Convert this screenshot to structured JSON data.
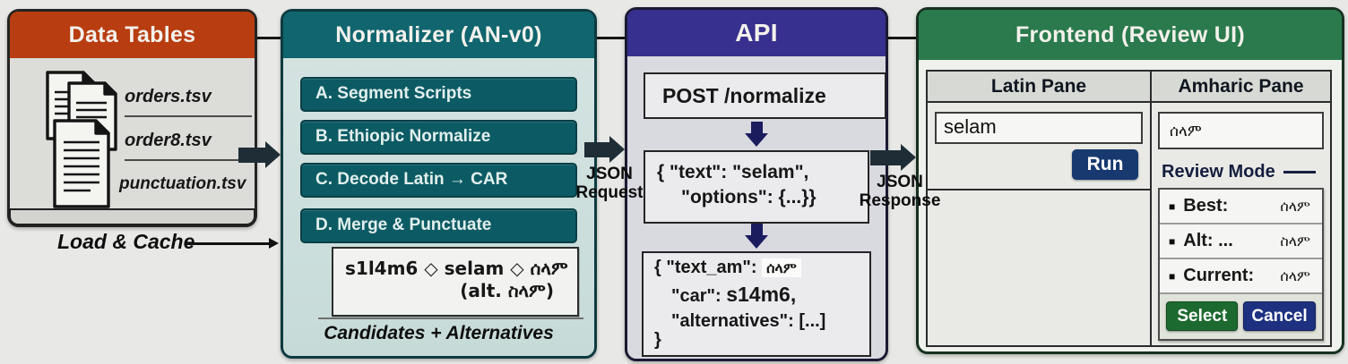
{
  "colors": {
    "data_tables_header": "#b83d10",
    "normalizer_header": "#10656e",
    "api_header": "#37308e",
    "frontend_header": "#2a7a4d",
    "step_pill": "#0c5b64",
    "run_button": "#17396f",
    "select_button": "#1d6a30",
    "cancel_button": "#1d3180",
    "flow_arrow": "#1f2e36"
  },
  "panels": {
    "data_tables": {
      "title": "Data Tables",
      "files": [
        "orders.tsv",
        "order8.tsv",
        "punctuation.tsv"
      ],
      "load_label": "Load & Cache"
    },
    "normalizer": {
      "title": "Normalizer (AN-v0)",
      "steps": [
        "A.  Segment Scripts",
        "B.  Ethiopic Normalize",
        "C.  Decode Latin → CAR",
        "D.  Merge & Punctuate"
      ],
      "candidates_line1": "s1l4m6 ◇ selam ◇ ሰላም",
      "candidates_line2": "(alt. ስላም)",
      "caption": "Candidates + Alternatives"
    },
    "api": {
      "title": "API",
      "endpoint": "POST /normalize",
      "request": {
        "line1": "{ \"text\": \"selam\",",
        "line2": "\"options\": {...}}"
      },
      "response": {
        "line1_prefix": "{ \"text_am\":",
        "line1_value": "ሰላም",
        "line2_prefix": "\"car\":",
        "line2_value": "s14m6,",
        "line3": "\"alternatives\": [...]",
        "line4": "}"
      }
    },
    "frontend": {
      "title": "Frontend (Review UI)",
      "latin_pane": {
        "label": "Latin Pane",
        "input_value": "selam",
        "run_label": "Run"
      },
      "amharic_pane": {
        "label": "Amharic Pane",
        "output_value": "ሰላም",
        "review_title": "Review Mode",
        "review_items": [
          {
            "label": "Best:",
            "value": "ሰላም"
          },
          {
            "label": "Alt: ...",
            "value": "ስላም"
          },
          {
            "label": "Current:",
            "value": "ሰላም"
          }
        ],
        "select_label": "Select",
        "cancel_label": "Cancel"
      }
    }
  },
  "connectors": {
    "request_line1": "JSON",
    "request_line2": "Request",
    "response_line1": "JSON",
    "response_line2": "Response"
  }
}
